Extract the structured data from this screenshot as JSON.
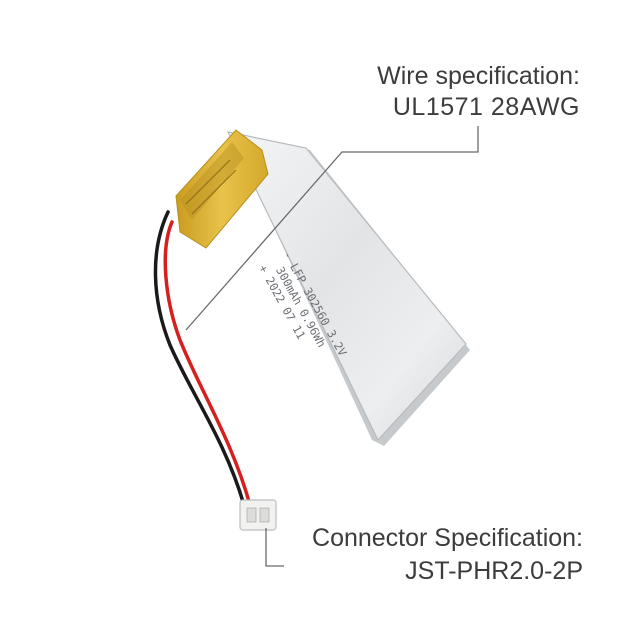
{
  "wire_spec": {
    "title": "Wire specification:",
    "value": "UL1571  28AWG"
  },
  "connector_spec": {
    "title": "Connector Specification:",
    "value": "JST-PHR2.0-2P"
  },
  "battery": {
    "print_line1": "- LFP 302560 3.2V",
    "print_line2": "300mAh 0.96Wh",
    "print_line3": "+ 2022 07 11"
  },
  "colors": {
    "label_text": "#3c3c3c",
    "callout_line": "#6b6b6b",
    "cell_body": "#e4e6e8",
    "kapton_tape": "#d9b43a",
    "wire_red": "#d62020",
    "wire_black": "#1a1a1a"
  }
}
